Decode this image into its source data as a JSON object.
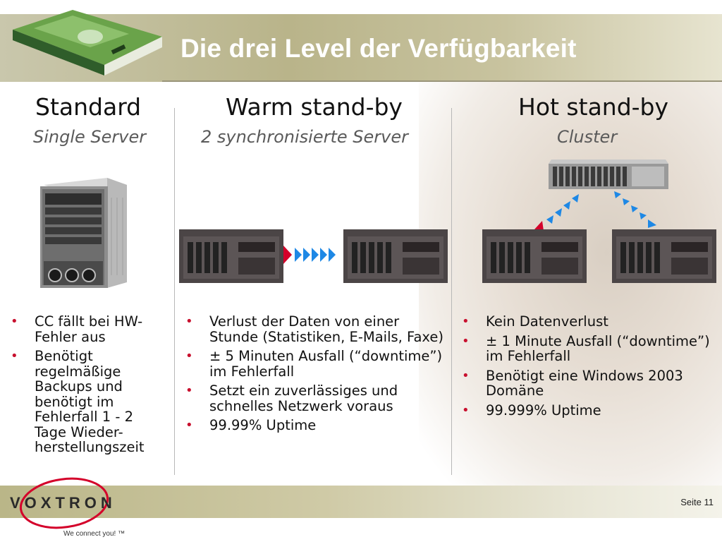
{
  "title": "Die drei Level der Verfügbarkeit",
  "columns": [
    {
      "heading": "Standard",
      "subheading": "Single Server",
      "bullets": [
        "CC fällt bei HW-Fehler aus",
        "Benötigt regelmäßige Backups und benötigt im Fehlerfall 1 - 2 Tage Wieder-herstellungszeit"
      ]
    },
    {
      "heading": "Warm stand-by",
      "subheading": "2 synchronisierte Server",
      "bullets": [
        "Verlust der Daten von einer Stunde (Statistiken, E-Mails, Faxe)",
        "± 5 Minuten Ausfall (“downtime”) im Fehlerfall",
        "Setzt ein zuverlässiges und schnelles Netzwerk voraus",
        "99.99% Uptime"
      ]
    },
    {
      "heading": "Hot stand-by",
      "subheading": "Cluster",
      "bullets": [
        "Kein Datenverlust",
        "± 1 Minute Ausfall (“downtime”) im Fehlerfall",
        "Benötigt eine Windows 2003 Domäne",
        "99.999% Uptime"
      ]
    }
  ],
  "footer": {
    "page_label": "Seite 11",
    "logo_text": "VOXTRON",
    "tagline": "We connect you! ™"
  },
  "colors": {
    "accent_red": "#c8102e",
    "arrow_blue": "#1e88e5",
    "title_bar": "#b9b48a"
  },
  "icons": [
    "book-cover-image",
    "tower-server-image",
    "rack-server-image",
    "storage-array-image",
    "sync-arrows-icon",
    "voxtron-logo"
  ]
}
